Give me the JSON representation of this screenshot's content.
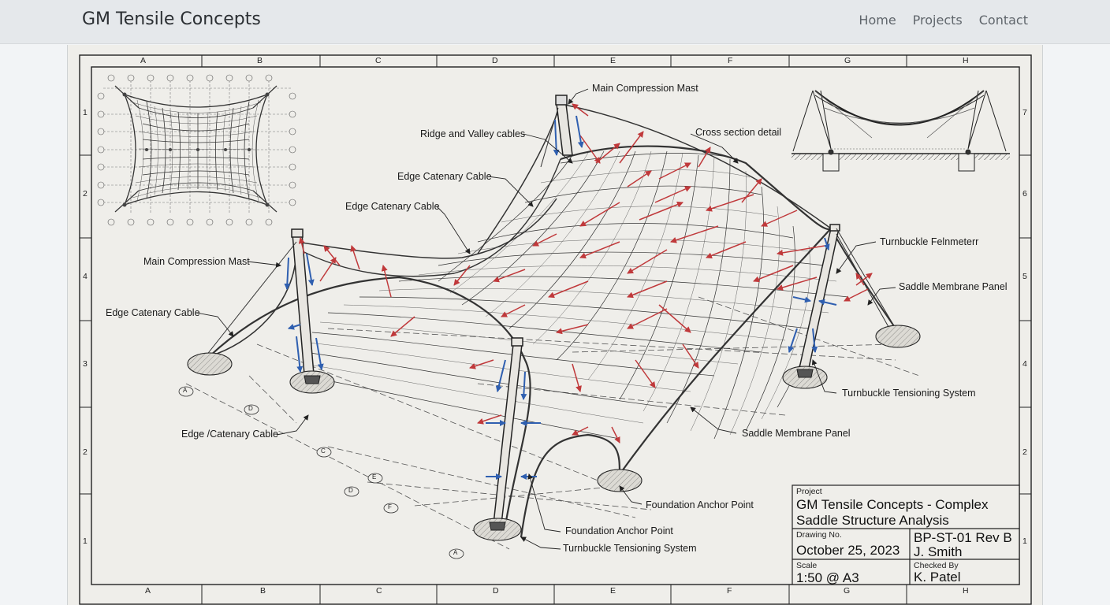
{
  "nav": {
    "brand": "GM Tensile Concepts",
    "links": [
      "Home",
      "Projects",
      "Contact"
    ]
  },
  "drawing": {
    "grid_columns": [
      "A",
      "B",
      "C",
      "D",
      "E",
      "F",
      "G",
      "H"
    ],
    "grid_rows_left": [
      "1",
      "2",
      "4",
      "3",
      "2",
      "1"
    ],
    "grid_rows_right": [
      "7",
      "6",
      "5",
      "4",
      "2",
      "1"
    ],
    "axis_markers": [
      "A",
      "D",
      "C",
      "D",
      "E",
      "F",
      "A"
    ],
    "labels": {
      "main_mast_top": "Main Compression Mast",
      "ridge_valley": "Ridge and Valley cables",
      "cross_section": "Cross section detail",
      "edge_cable_1": "Edge Catenary Cable",
      "edge_cable_2": "Edge Catenary Cable",
      "main_mast_left": "Main Compression Mast",
      "edge_cable_3": "Edge Catenary Cable",
      "edge_cable_4": "Edge /Catenary Cable",
      "turnbuckle_fel": "Turnbuckle Felnmeterr",
      "saddle_panel_1": "Saddle Membrane Panel",
      "turnbuckle_sys_1": "Turnbuckle Tensioning System",
      "saddle_panel_2": "Saddle Membrane Panel",
      "foundation_1": "Foundation Anchor Point",
      "foundation_2": "Foundation Anchor Point",
      "turnbuckle_sys_2": "Turnbuckle Tensioning System"
    },
    "colors": {
      "tension_arrow": "#c0393b",
      "compression_arrow": "#2f5fb0",
      "linework": "#222222",
      "paper": "#efeeea"
    }
  },
  "title_block": {
    "project_label": "Project",
    "project_title": "GM Tensile Concepts - Complex Saddle Structure Analysis",
    "drawing_no_label": "Drawing No.",
    "date": "October 25, 2023",
    "drawing_no": "BP-ST-01 Rev B",
    "drawn_by": "J. Smith",
    "scale_label": "Scale",
    "scale": "1:50 @ A3",
    "checked_label": "Checked By",
    "checked_by": "K. Patel"
  }
}
